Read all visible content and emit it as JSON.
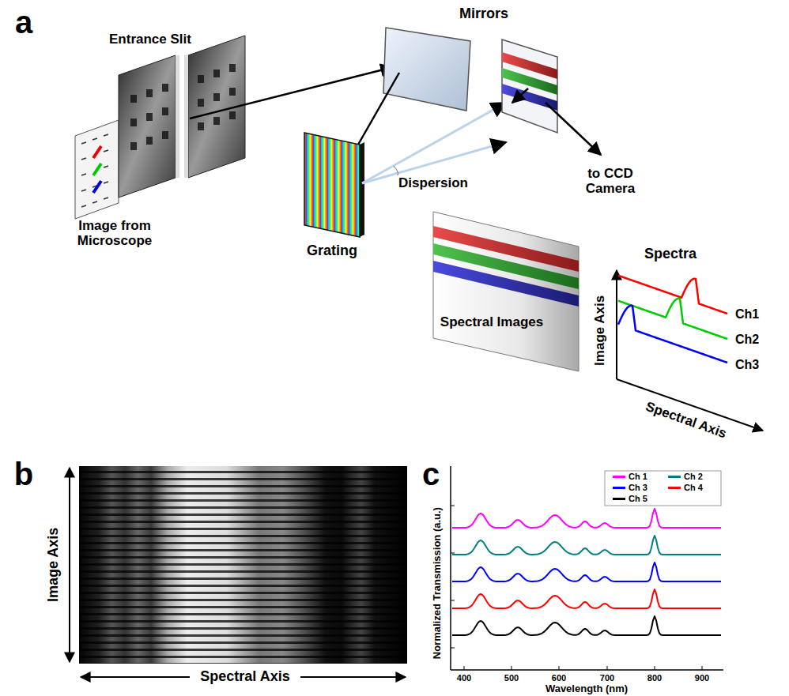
{
  "diagram": {
    "labels": [
      "a",
      "Entrance Slit",
      "Mirrors",
      "Image from Microscope",
      "Grating",
      "Dispersion",
      "to CCD Camera",
      "Spectral Images",
      "Spectra",
      "Image Axis",
      "Ch1",
      "Ch2",
      "Ch3",
      "Spectral Axis",
      "b",
      "Image Axis",
      "Spectral Axis",
      "c",
      "Normalized Transmission (a.u.)",
      "Wavelength (nm)",
      "400",
      "500",
      "600",
      "700",
      "800",
      "900"
    ],
    "legend": [
      {
        "text": "Ch 1",
        "color": "#ff00ff"
      },
      {
        "text": "Ch 2",
        "color": "#008080"
      },
      {
        "text": "Ch 3",
        "color": "#0000ff"
      },
      {
        "text": "Ch 4",
        "color": "#ff0000"
      },
      {
        "text": "Ch 5",
        "color": "#000000"
      }
    ]
  }
}
